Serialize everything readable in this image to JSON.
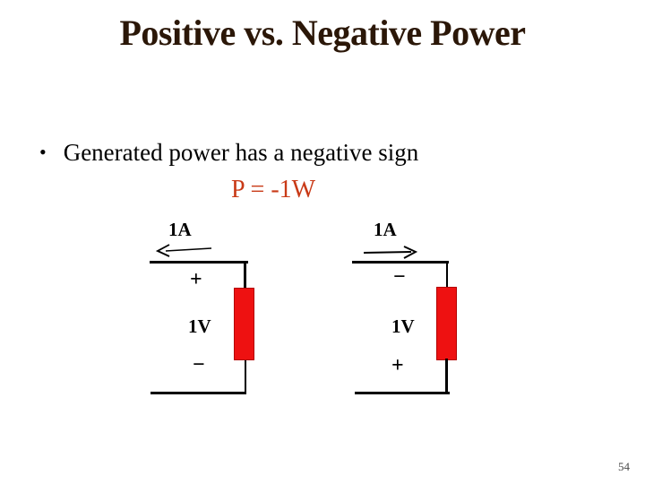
{
  "slide": {
    "title": "Positive vs. Negative Power",
    "bullet_marker": "•",
    "bullet_text": "Generated power has a negative sign",
    "equation": "P = -1W",
    "page_number": "54"
  },
  "circuits": {
    "left": {
      "current_label": "1A",
      "arrow_direction": "left",
      "top_sign": "+",
      "voltage_label": "1V",
      "bottom_sign": "−"
    },
    "right": {
      "current_label": "1A",
      "arrow_direction": "right",
      "top_sign": "−",
      "voltage_label": "1V",
      "bottom_sign": "+"
    }
  },
  "colors": {
    "title": "#2b1708",
    "equation": "#c93a17",
    "element_fill": "#ee1111",
    "element_border": "#b30000",
    "wire": "#000000",
    "page_number": "#4a4a4a",
    "background": "#ffffff"
  }
}
